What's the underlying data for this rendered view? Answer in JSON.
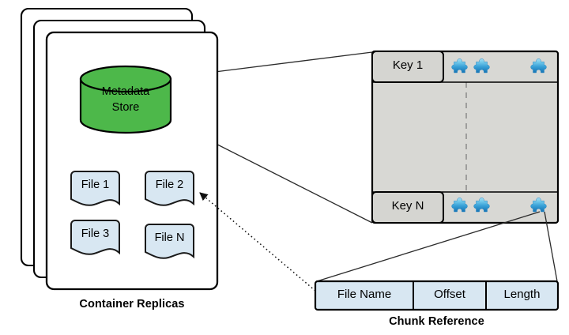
{
  "diagram": {
    "title_hidden": "",
    "colors": {
      "cylinder_fill": "#4db84a",
      "cylinder_stroke": "#000000",
      "file_fill": "#d8e7f2",
      "file_stroke": "#1a1a1a",
      "panel_fill": "#d8d8d4",
      "panel_stroke": "#000000",
      "key_cell_fill": "#d5d5d1",
      "chunk_cell_fill": "#d8e7f2",
      "puzzle_light": "#86d2ef",
      "puzzle_dark": "#1b7fc0",
      "line": "#2b2b2b",
      "dashed_divider": "#8f8f8f"
    },
    "container": {
      "replica_count": 3,
      "caption": "Container Replicas",
      "metadata_store": {
        "line1": "Metadata",
        "line2": "Store",
        "icon": "database-cylinder-icon"
      },
      "files": [
        {
          "label": "File 1",
          "icon": "file-icon"
        },
        {
          "label": "File 2",
          "icon": "file-icon"
        },
        {
          "label": "File 3",
          "icon": "file-icon"
        },
        {
          "label": "File N",
          "icon": "file-icon"
        }
      ]
    },
    "key_panel": {
      "rows": [
        {
          "key_label": "Key 1",
          "chunks": [
            {
              "icon": "puzzle-piece-icon"
            },
            {
              "icon": "puzzle-piece-icon"
            },
            {
              "icon": "puzzle-piece-icon"
            }
          ]
        },
        {
          "key_label": "Key N",
          "chunks": [
            {
              "icon": "puzzle-piece-icon"
            },
            {
              "icon": "puzzle-piece-icon"
            },
            {
              "icon": "puzzle-piece-icon"
            }
          ]
        }
      ]
    },
    "chunk_reference": {
      "caption": "Chunk Reference",
      "fields": [
        {
          "label": "File Name"
        },
        {
          "label": "Offset"
        },
        {
          "label": "Length"
        }
      ]
    }
  }
}
